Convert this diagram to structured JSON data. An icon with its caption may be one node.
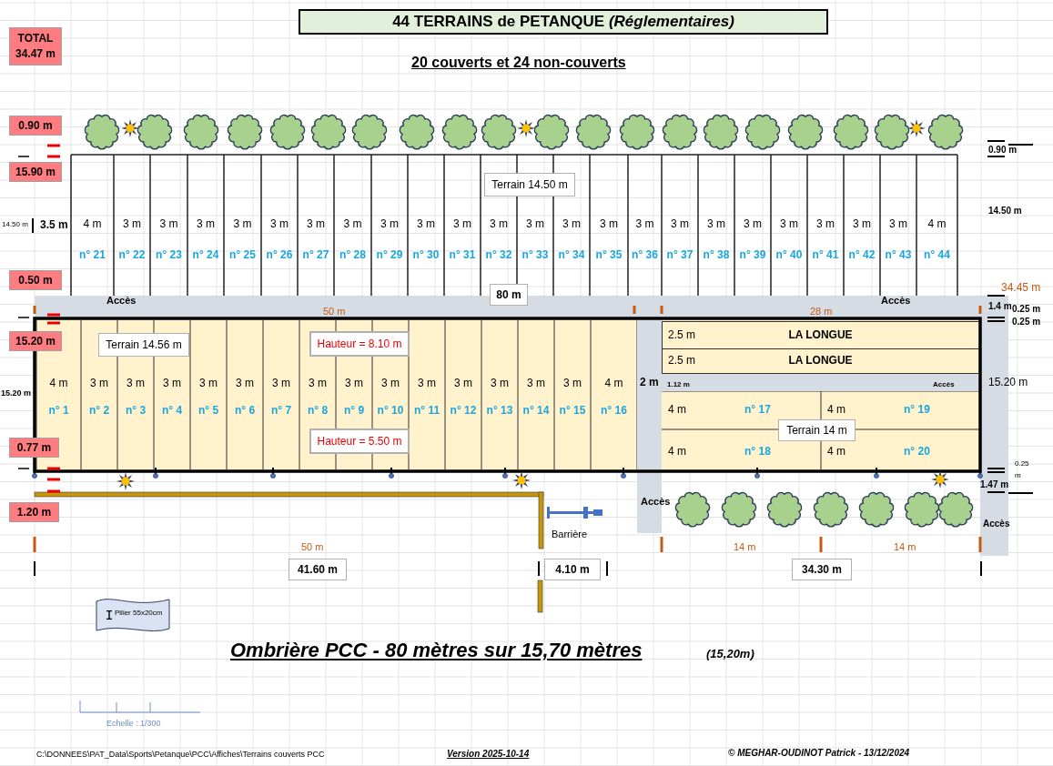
{
  "diagram": {
    "title": "44 TERRAINS de PETANQUE *(Réglementaires)*",
    "caption": "Ombrière PCC - 80 mètres sur 15,70 mètres",
    "nodes": [
      {
        "text": [
          "TOTAL 34.47 m"
        ]
      },
      {
        "text": [
          "0.90 m"
        ]
      },
      {
        "text": [
          "15.90 m"
        ]
      },
      {
        "text": [
          "0.50 m"
        ]
      },
      {
        "text": [
          "15.20 m"
        ]
      },
      {
        "text": [
          "0.77 m"
        ]
      },
      {
        "text": [
          "1.20 m"
        ]
      },
      {
        "text": [
          "4 m",
          "n° 21"
        ]
      },
      {
        "text": [
          "3 m",
          "n° 22"
        ]
      },
      {
        "text": [
          "3 m",
          "n° 23"
        ]
      },
      {
        "text": [
          "3 m",
          "n° 24"
        ]
      },
      {
        "text": [
          "3 m",
          "n° 25"
        ]
      },
      {
        "text": [
          "3 m",
          "n° 26"
        ]
      },
      {
        "text": [
          "3 m",
          "n° 27"
        ]
      },
      {
        "text": [
          "3 m",
          "n° 28"
        ]
      },
      {
        "text": [
          "3 m",
          "n° 29"
        ]
      },
      {
        "text": [
          "3 m",
          "n° 30"
        ]
      },
      {
        "text": [
          "3 m",
          "n° 31"
        ]
      },
      {
        "text": [
          "3 m",
          "n° 32"
        ]
      },
      {
        "text": [
          "3 m",
          "n° 33"
        ]
      },
      {
        "text": [
          "3 m",
          "n° 34"
        ]
      },
      {
        "text": [
          "3 m",
          "n° 35"
        ]
      },
      {
        "text": [
          "3 m",
          "n° 36"
        ]
      },
      {
        "text": [
          "3 m",
          "n° 37"
        ]
      },
      {
        "text": [
          "3 m",
          "n° 38"
        ]
      },
      {
        "text": [
          "3 m",
          "n° 39"
        ]
      },
      {
        "text": [
          "3 m",
          "n° 40"
        ]
      },
      {
        "text": [
          "3 m",
          "n° 41"
        ]
      },
      {
        "text": [
          "3 m",
          "n° 42"
        ]
      },
      {
        "text": [
          "3 m",
          "n° 43"
        ]
      },
      {
        "text": [
          "4 m",
          "n° 44"
        ]
      },
      {
        "text": [
          "Terrain 14.50 m"
        ]
      },
      {
        "text": [
          "80 m"
        ]
      },
      {
        "text": [
          "4 m",
          "n° 1"
        ]
      },
      {
        "text": [
          "3 m",
          "n° 2"
        ]
      },
      {
        "text": [
          "3 m",
          "n° 3"
        ]
      },
      {
        "text": [
          "3 m",
          "n° 4"
        ]
      },
      {
        "text": [
          "3 m",
          "n° 5"
        ]
      },
      {
        "text": [
          "3 m",
          "n° 6"
        ]
      },
      {
        "text": [
          "3 m",
          "n° 7"
        ]
      },
      {
        "text": [
          "3 m",
          "n° 8"
        ]
      },
      {
        "text": [
          "3 m",
          "n° 9"
        ]
      },
      {
        "text": [
          "3 m",
          "n° 10"
        ]
      },
      {
        "text": [
          "3 m",
          "n° 11"
        ]
      },
      {
        "text": [
          "3 m",
          "n° 12"
        ]
      },
      {
        "text": [
          "3 m",
          "n° 13"
        ]
      },
      {
        "text": [
          "3 m",
          "n° 14"
        ]
      },
      {
        "text": [
          "3 m",
          "n° 15"
        ]
      },
      {
        "text": [
          "4 m",
          "n° 16"
        ]
      },
      {
        "text": [
          "Terrain 14.56 m"
        ]
      },
      {
        "text": [
          "Hauteur = 8.10 m"
        ]
      },
      {
        "text": [
          "Hauteur = 5.50 m"
        ]
      },
      {
        "text": [
          "2.5 m",
          "LA LONGUE"
        ]
      },
      {
        "text": [
          "2.5 m",
          "LA LONGUE"
        ]
      },
      {
        "text": [
          "4 m",
          "n° 17"
        ]
      },
      {
        "text": [
          "4 m",
          "n° 19"
        ]
      },
      {
        "text": [
          "4 m",
          "n° 18"
        ]
      },
      {
        "text": [
          "4 m",
          "n° 20"
        ]
      },
      {
        "text": [
          "Terrain 14 m"
        ]
      },
      {
        "text": [
          "41.60 m"
        ]
      },
      {
        "text": [
          "4.10 m"
        ]
      },
      {
        "text": [
          "34.30 m"
        ]
      },
      {
        "text": [
          "Pilier 55x20cm"
        ]
      }
    ],
    "labels": [
      "20 couverts et 24 non-couverts",
      "14.50 m",
      "3.5 m",
      "0.90 m",
      "14.50 m",
      "Accès",
      "Accès",
      "34.45 m",
      "50 m",
      "28 m",
      "1.4 m",
      "0.25 m",
      "0.25 m",
      "15.20 m",
      "2 m",
      "1.12 m",
      "Accès",
      "15.20 m",
      "0.25 m",
      "1.47 m",
      "Accès",
      "Barrière",
      "Accès",
      "50 m",
      "14 m",
      "14 m",
      "(15,20m)",
      "Echelle : 1/300",
      "C:\\DONNEES\\PAT_Data\\Sports\\Petanque\\PCC\\Affiches\\Terrains couverts PCC",
      "Version 2025-10-14",
      "© MEGHAR-OUDINOT Patrick - 13/12/2024"
    ]
  }
}
